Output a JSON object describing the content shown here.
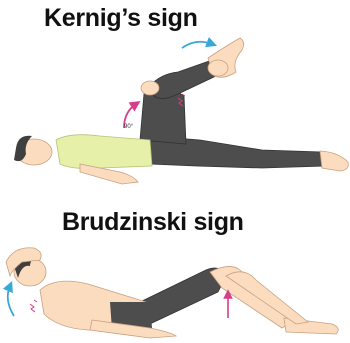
{
  "titles": {
    "kernig": "Kernig’s sign",
    "brudzinski": "Brudzinski sign"
  },
  "annotations": {
    "angle": "90°"
  },
  "colors": {
    "skin": "#fbdcbf",
    "skin_outline": "#c9a081",
    "shirt": "#e6f0a8",
    "pants": "#4d4d4d",
    "hair": "#3f3f3f",
    "arrow_blue": "#38a8d8",
    "arrow_pink": "#d83c8a"
  },
  "icons": [
    "curved-arrow-icon",
    "pain-spark-icon",
    "up-arrow-icon"
  ]
}
